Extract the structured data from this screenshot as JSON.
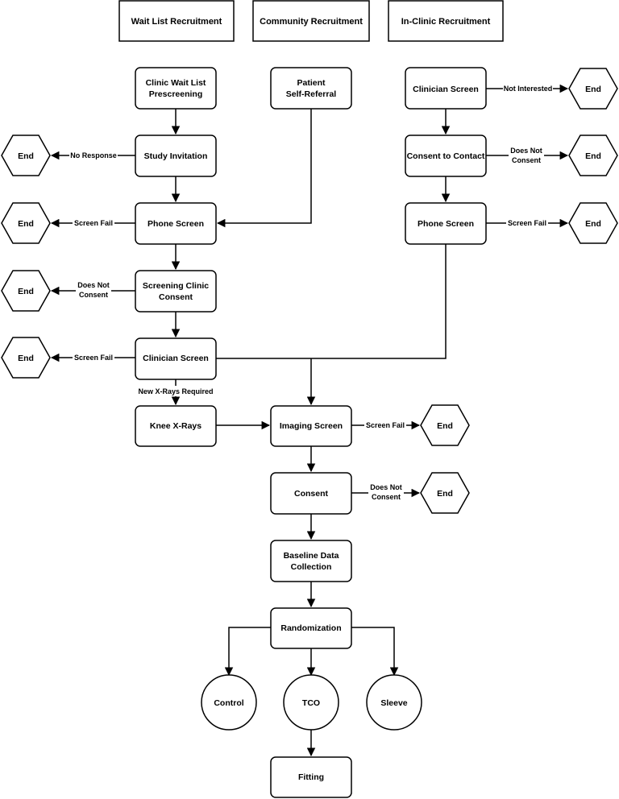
{
  "headers": {
    "wait_list": "Wait List Recruitment",
    "community": "Community Recruitment",
    "in_clinic": "In-Clinic Recruitment"
  },
  "nodes": {
    "clinic_wait_list_prescreening": [
      "Clinic Wait List",
      "Prescreening"
    ],
    "patient_self_referral": [
      "Patient",
      "Self-Referral"
    ],
    "inclinic_clinician_screen": [
      "Clinician Screen"
    ],
    "study_invitation": [
      "Study Invitation"
    ],
    "consent_to_contact": [
      "Consent to Contact"
    ],
    "waitlist_phone_screen": [
      "Phone Screen"
    ],
    "inclinic_phone_screen": [
      "Phone Screen"
    ],
    "screening_clinic_consent": [
      "Screening Clinic",
      "Consent"
    ],
    "waitlist_clinician_screen": [
      "Clinician Screen"
    ],
    "knee_xrays": [
      "Knee X-Rays"
    ],
    "imaging_screen": [
      "Imaging Screen"
    ],
    "consent": [
      "Consent"
    ],
    "baseline_data_collection": [
      "Baseline Data",
      "Collection"
    ],
    "randomization": [
      "Randomization"
    ],
    "control": [
      "Control"
    ],
    "tco": [
      "TCO"
    ],
    "sleeve": [
      "Sleeve"
    ],
    "fitting": [
      "Fitting"
    ]
  },
  "end_label": "End",
  "edge_labels": {
    "no_response": [
      "No Response"
    ],
    "screen_fail": [
      "Screen Fail"
    ],
    "does_not_consent": [
      "Does Not",
      "Consent"
    ],
    "not_interested": [
      "Not Interested"
    ],
    "new_xrays_required": [
      "New X-Rays Required"
    ]
  },
  "colors": {
    "stroke": "#000000",
    "fill": "#ffffff",
    "text": "#000000"
  }
}
